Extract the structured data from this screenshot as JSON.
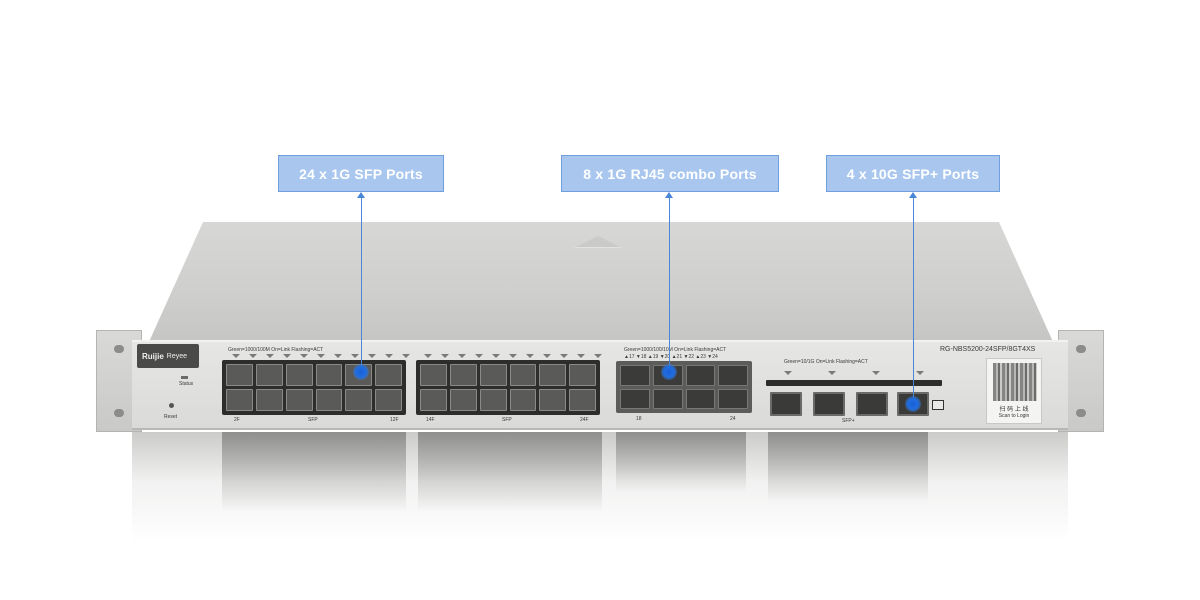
{
  "callouts": {
    "sfp_1g": "24 x 1G SFP Ports",
    "rj45_combo": "8 x 1G RJ45 combo Ports",
    "sfp_plus_10g": "4 x 10G SFP+ Ports"
  },
  "panel": {
    "brand": "Ruijie",
    "sub_brand": "Reyee",
    "status_label": "Status",
    "reset_label": "Reset",
    "model": "RG-NBS5200-24SFP/8GT4XS",
    "sfp_legend": "Green=1000/100M  On=Link  Flashing=ACT",
    "combo_legend": "Green=1000/100/10M  On=Link  Flashing=ACT",
    "sfpplus_legend": "Green=10/1G  On=Link  Flashing=ACT",
    "sfp_group1_start": "2F",
    "sfp_group1_end": "12F",
    "sfp_group2_start": "14F",
    "sfp_group2_end": "24F",
    "sfp_label": "SFP",
    "combo_port_labels": "▲17  ▼18  ▲19  ▼20  ▲21  ▼22  ▲23  ▼24",
    "combo_port_start": "18",
    "combo_port_end": "24",
    "sfpplus_label": "SFP+",
    "qr_text_cn": "扫 码 上 线",
    "qr_text_en": "Scan to Login"
  },
  "colors": {
    "callout_fill": "#a9c7ee",
    "callout_border": "#6f9fdc",
    "leader_line": "#4a86d8",
    "hotspot": "#1f6ee0"
  }
}
